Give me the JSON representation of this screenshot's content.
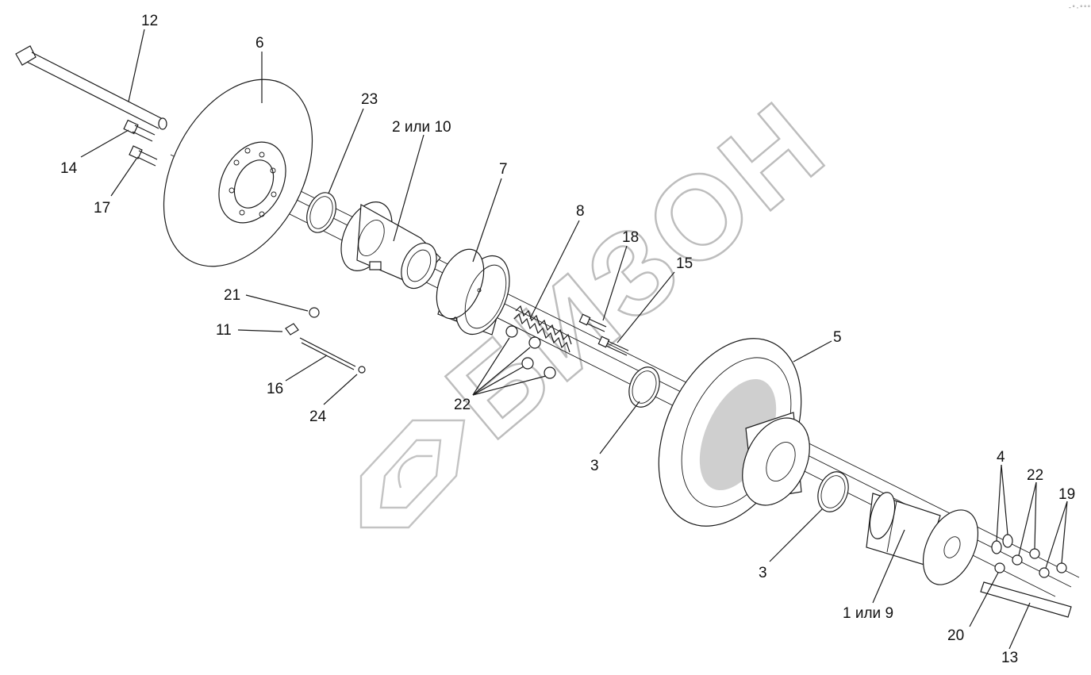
{
  "callouts": {
    "c12": "12",
    "c6": "6",
    "c23": "23",
    "c2or10": "2 или 10",
    "c7": "7",
    "c8": "8",
    "c18": "18",
    "c15": "15",
    "c14": "14",
    "c17": "17",
    "c21": "21",
    "c11": "11",
    "c16": "16",
    "c24": "24",
    "c22a": "22",
    "c5": "5",
    "c3a": "3",
    "c3b": "3",
    "c4": "4",
    "c22b": "22",
    "c19": "19",
    "c1or9": "1 или 9",
    "c20": "20",
    "c13": "13"
  },
  "watermark": {
    "text": "БИЗОН"
  },
  "corner_mark": "-°·°°°"
}
